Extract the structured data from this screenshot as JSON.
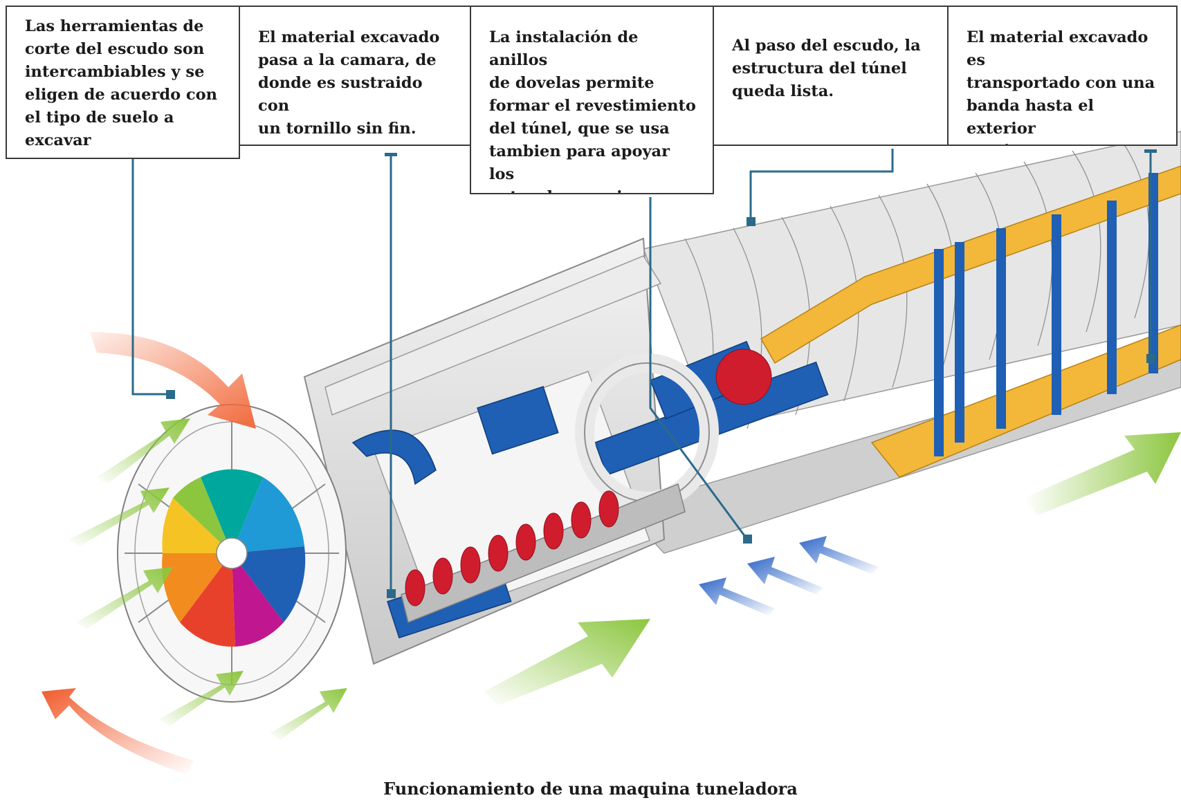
{
  "callouts": [
    {
      "id": "c1",
      "text": "Las herramientas de\ncorte del escudo son\nintercambiables y se\neligen de acuerdo con\nel tipo de suelo a\nexcavar"
    },
    {
      "id": "c2",
      "text": "El material excavado\npasa a la camara, de\ndonde es sustraido con\nun tornillo sin fin."
    },
    {
      "id": "c3",
      "text": "La instalación  de anillos\nde dovelas permite\nformar el revestimiento\ndel túnel, que se usa\ntambien para apoyar los\ngatos de empuje."
    },
    {
      "id": "c4",
      "text": "Al paso del escudo, la\nestructura del túnel\nqueda lista."
    },
    {
      "id": "c5",
      "text": "El material excavado es\ntransportado con una\nbanda hasta el exterior\nde túnel."
    }
  ],
  "caption": "Funcionamiento de una maquina tuneladora",
  "colors": {
    "leader": "#2b6a8a",
    "shield_blue": "#1f5fb4",
    "screw_red": "#d01d2e",
    "conveyor_yellow": "#f3b73a",
    "arrow_green": "#8cc63f",
    "arrow_orange": "#f26a3c",
    "arrow_blue": "#2f66c8"
  }
}
